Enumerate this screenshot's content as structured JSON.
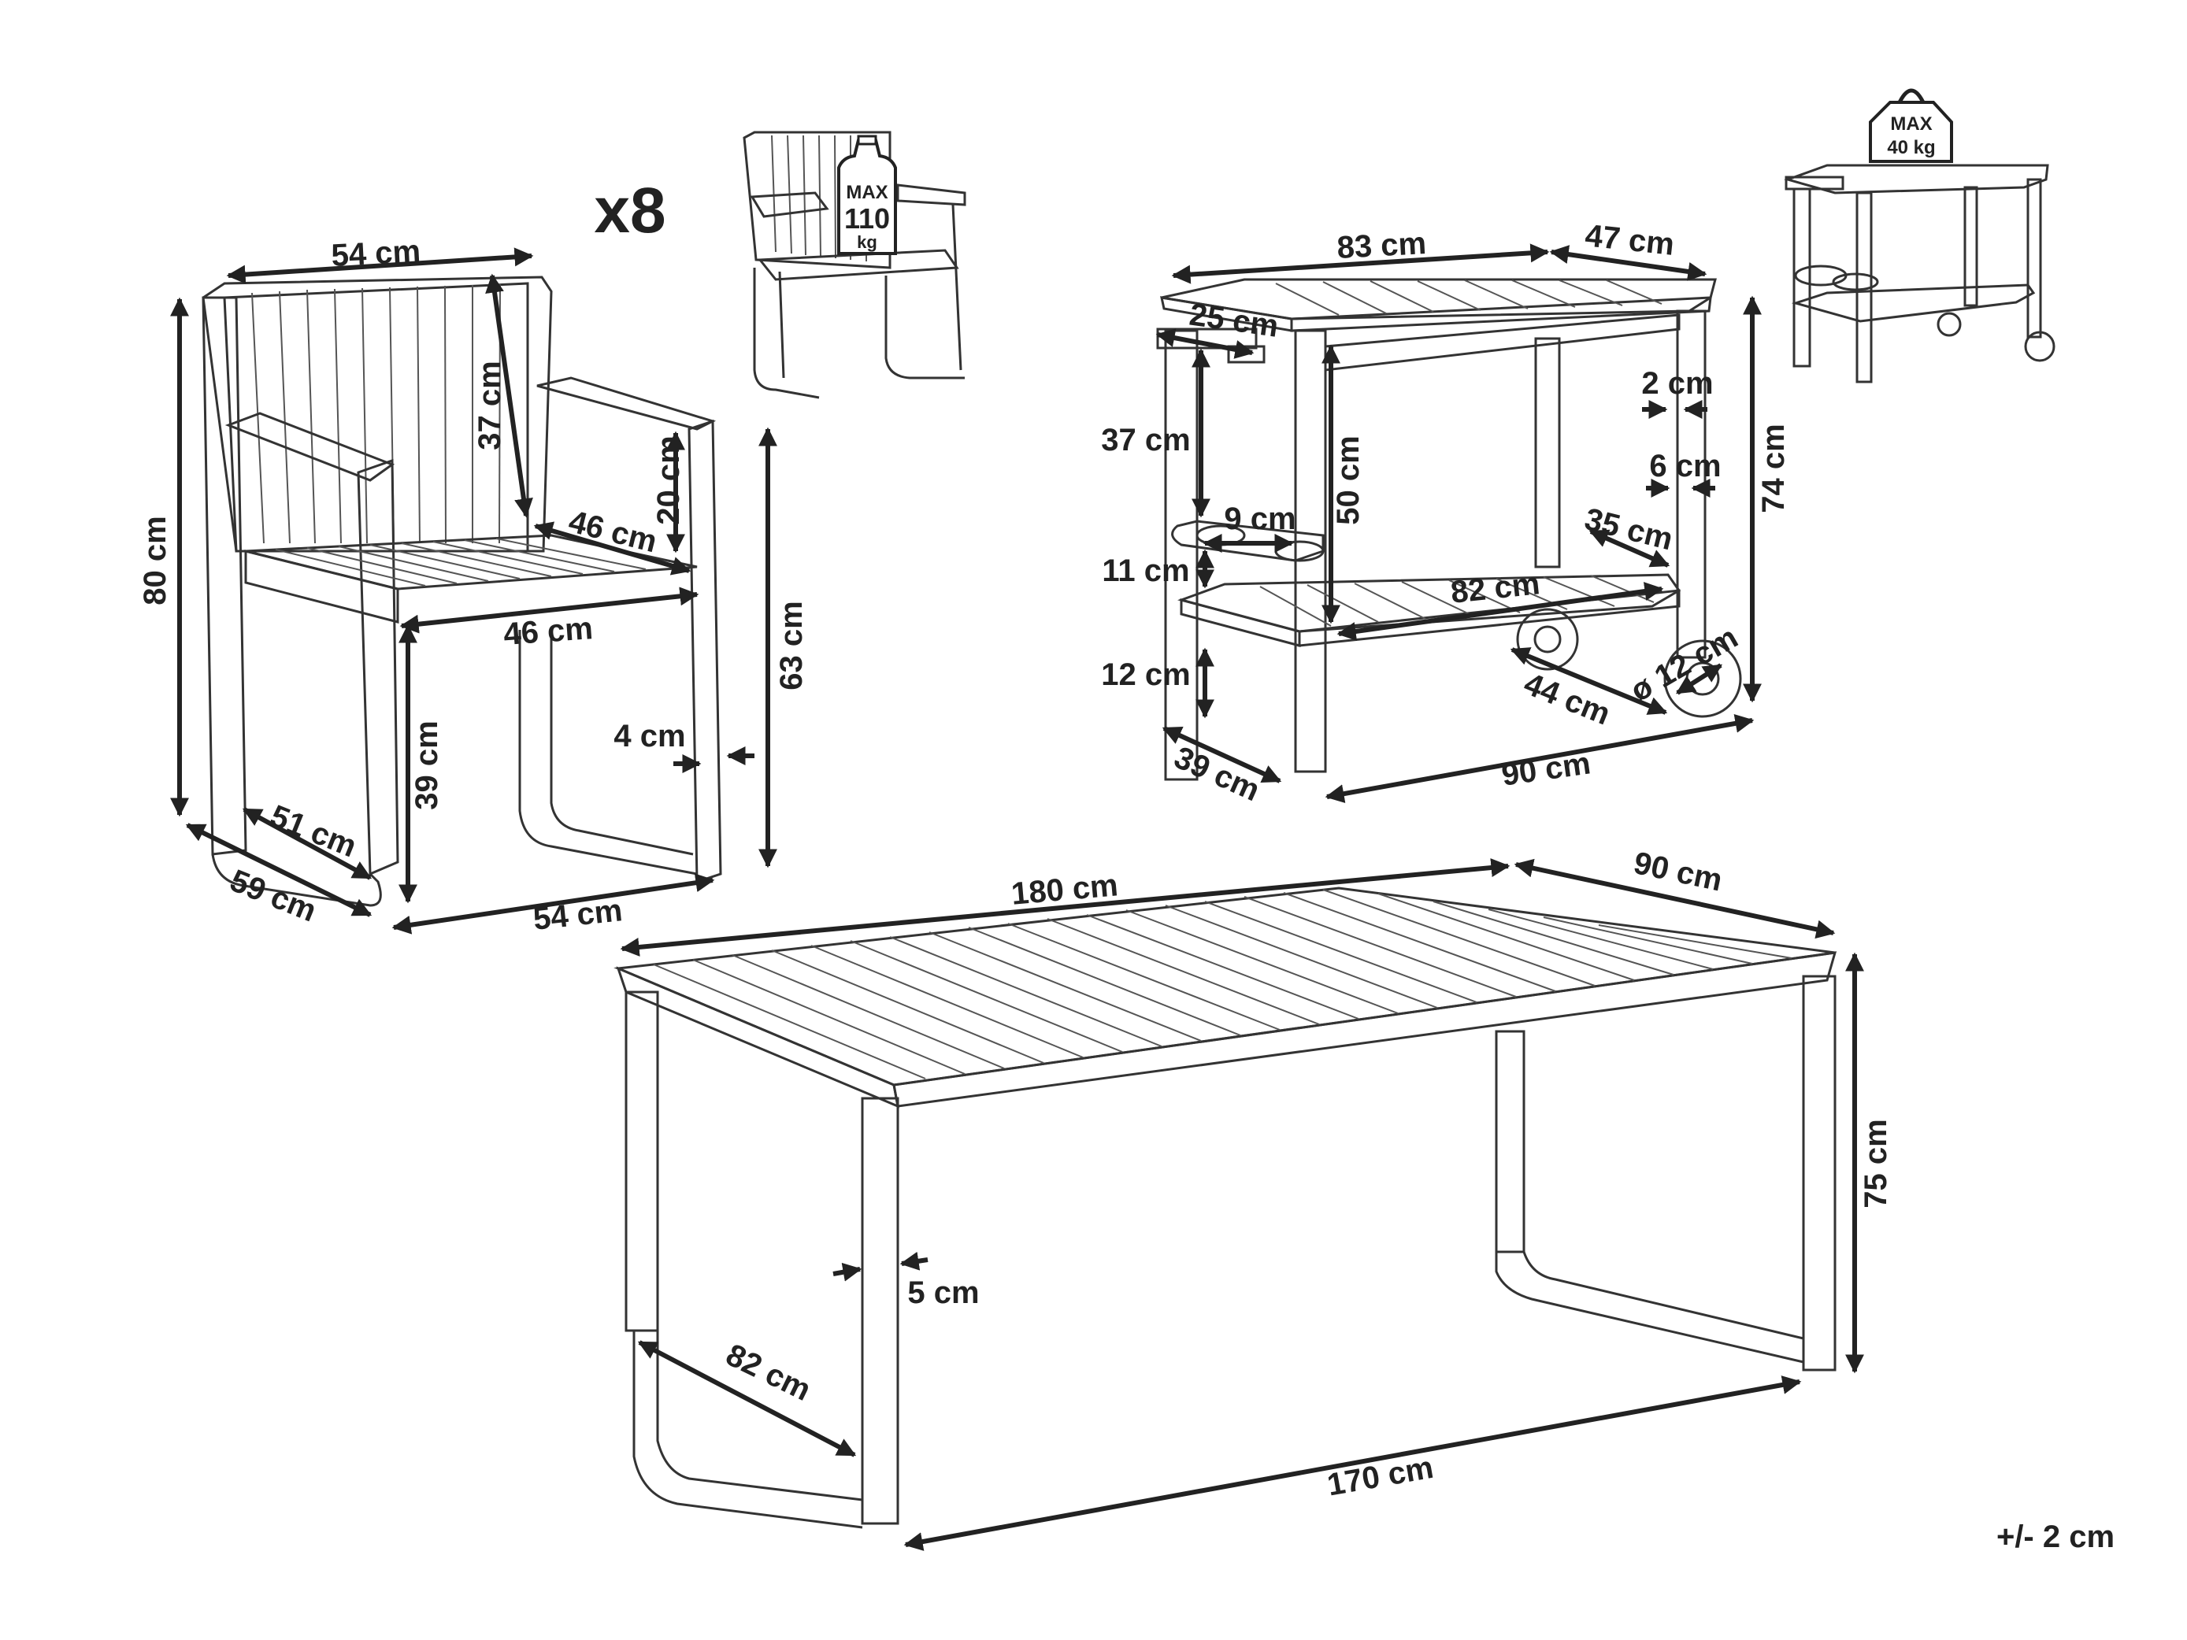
{
  "quantity": "x8",
  "tolerance": "+/- 2 cm",
  "chair": {
    "width_top": "54 cm",
    "height_total": "80 cm",
    "backrest_height": "37 cm",
    "armrest_height": "20 cm",
    "seat_depth": "46 cm",
    "seat_width": "46 cm",
    "seat_height": "39 cm",
    "armrest_total_height": "63 cm",
    "leg_thickness": "4 cm",
    "base_depth": "51 cm",
    "depth": "59 cm",
    "width_bottom": "54 cm"
  },
  "chair_load": {
    "line1": "MAX",
    "line2": "110",
    "line3": "kg"
  },
  "cart": {
    "length_top": "83 cm",
    "depth_top": "47 cm",
    "handle": "25 cm",
    "upper_gap": "37 cm",
    "cup_hole": "9 cm",
    "leg_height": "50 cm",
    "leg_width": "2 cm",
    "leg_depth": "6 cm",
    "total_height": "74 cm",
    "shelf_thickness": "11 cm",
    "shelf_depth": "35 cm",
    "shelf_length": "82 cm",
    "ground_clearance": "12 cm",
    "wheel_diameter": "ø 12 cm",
    "base_depth": "44 cm",
    "depth_bottom": "39 cm",
    "length_bottom": "90 cm"
  },
  "cart_load": {
    "line1": "MAX",
    "line2": "40 kg"
  },
  "table": {
    "length": "180 cm",
    "width": "90 cm",
    "height": "75 cm",
    "leg_thickness": "5 cm",
    "leg_depth": "82 cm",
    "base_length": "170 cm"
  }
}
